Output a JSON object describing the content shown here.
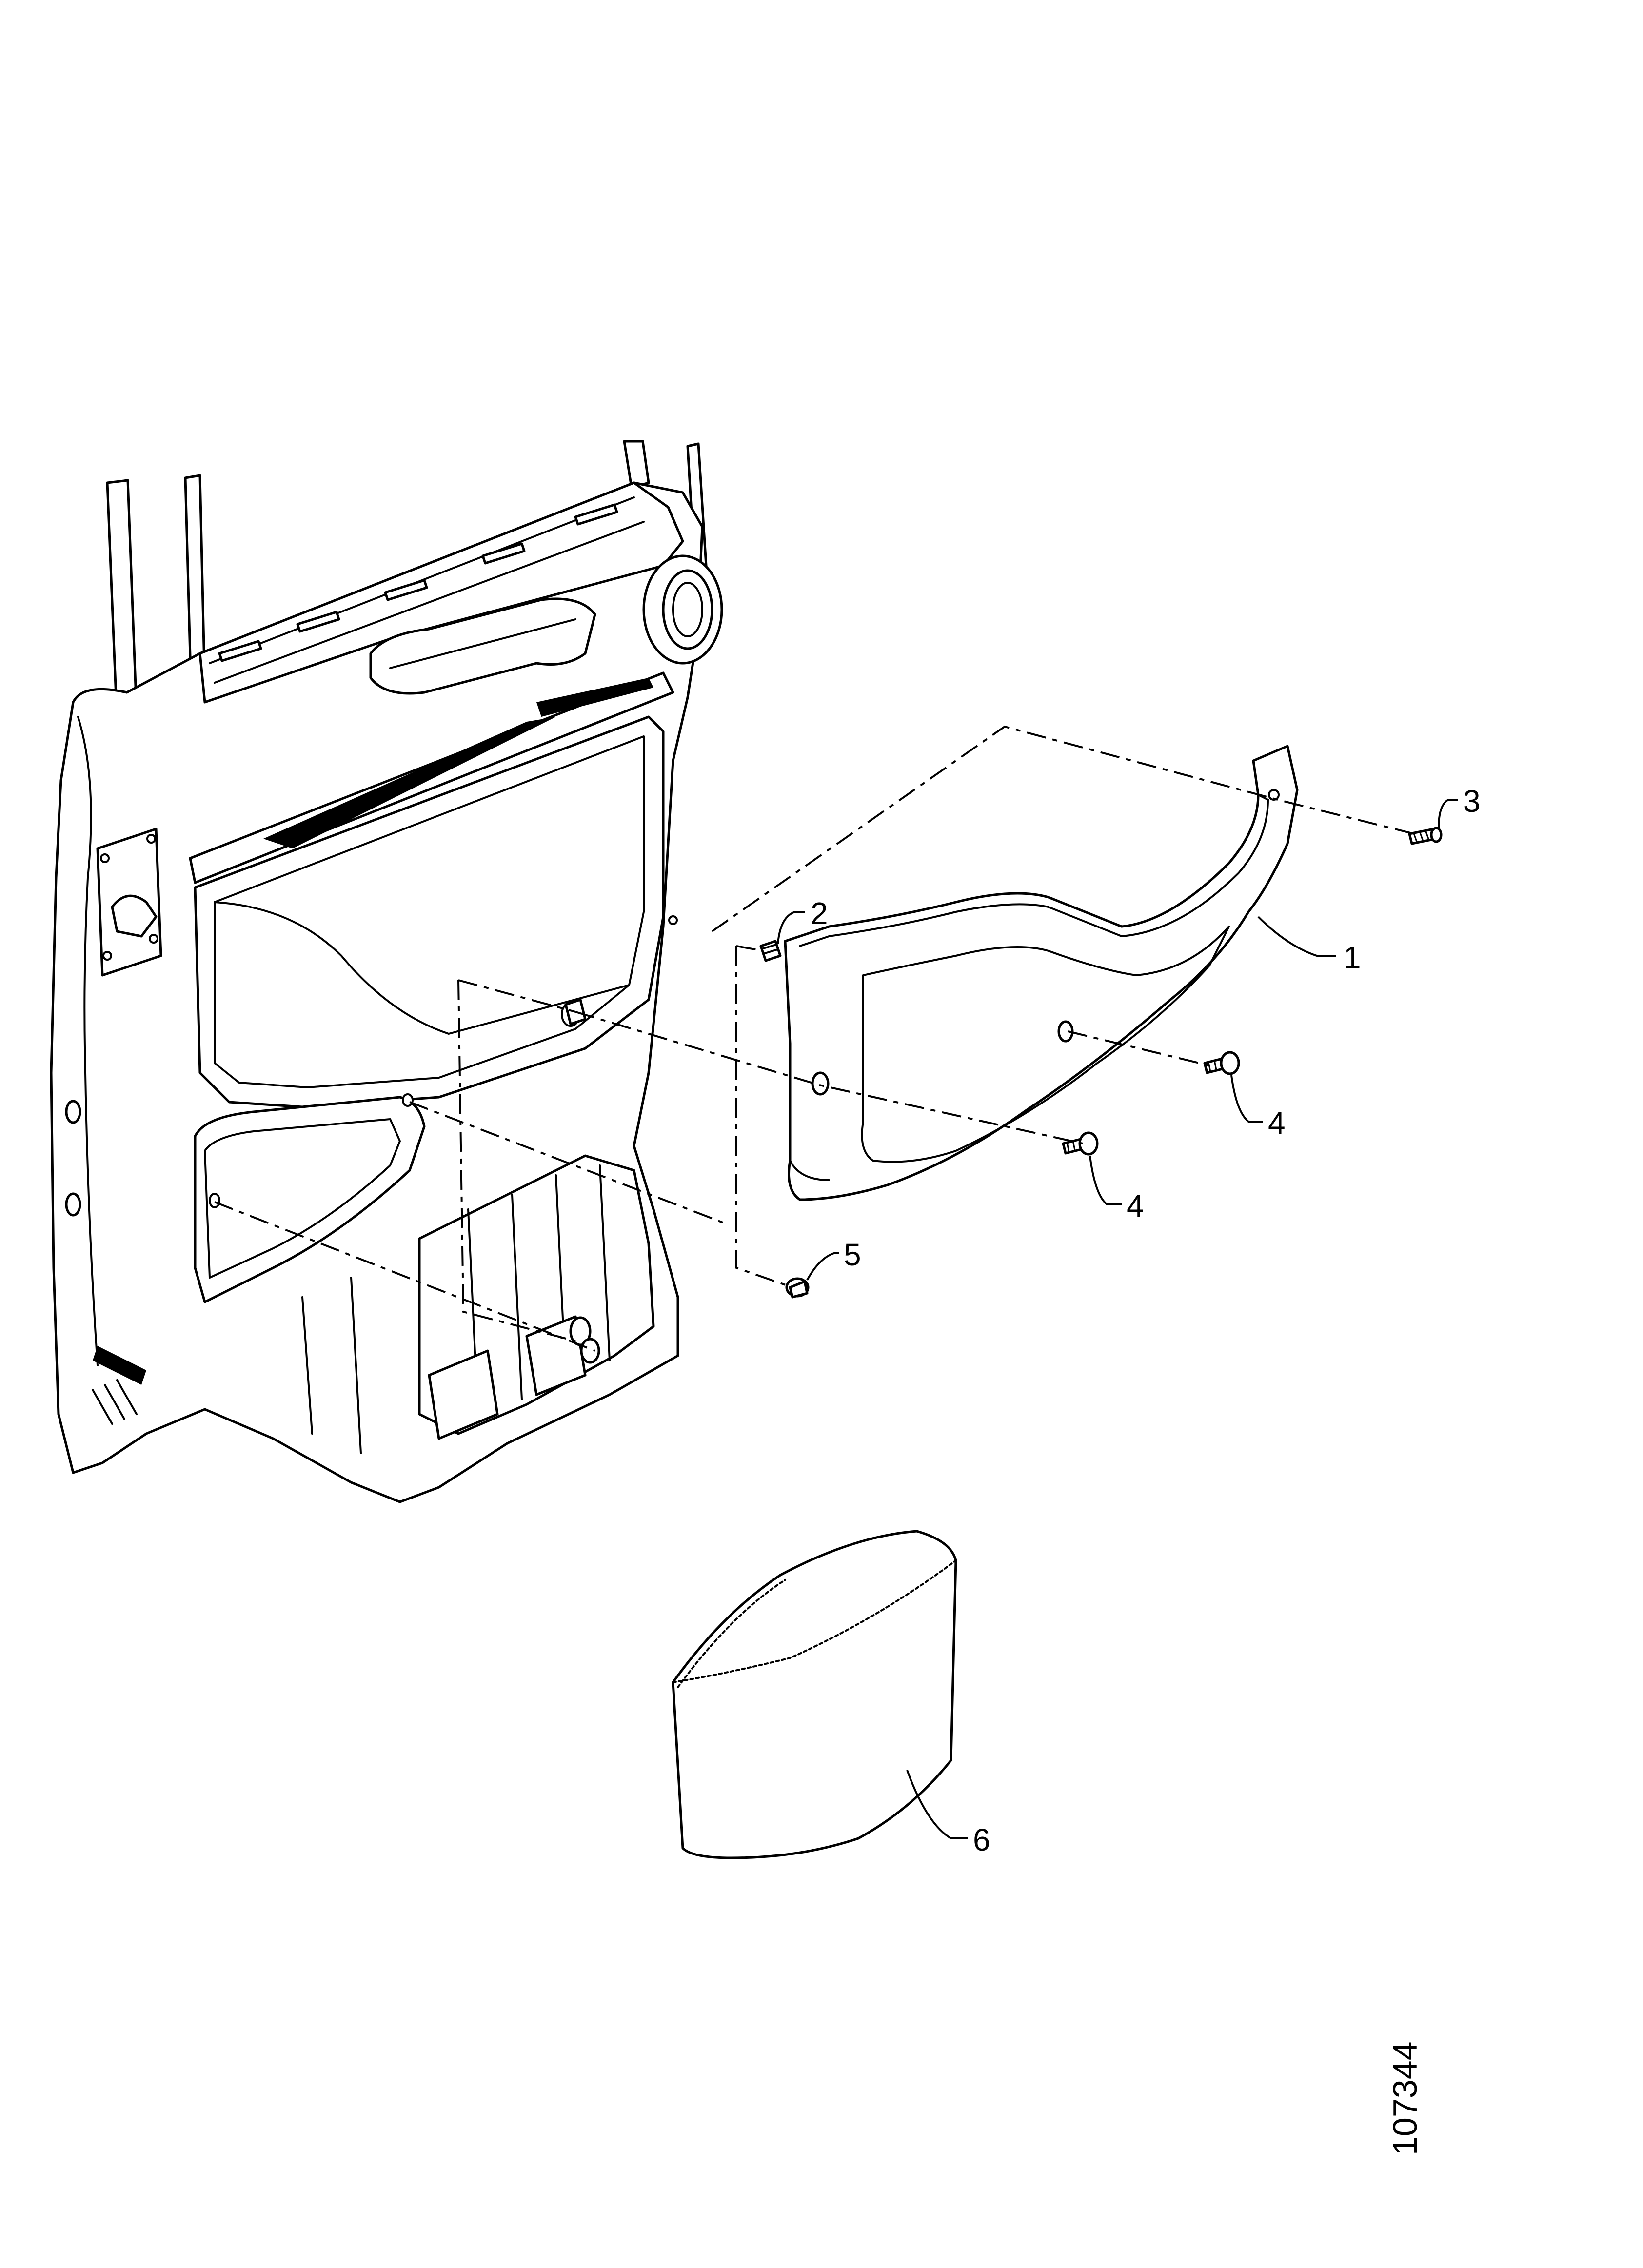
{
  "diagram": {
    "drawing_number": "107344",
    "callouts": [
      {
        "id": "c1",
        "label": "1",
        "part": "door-trim-panel"
      },
      {
        "id": "c2",
        "label": "2",
        "part": "clip"
      },
      {
        "id": "c3",
        "label": "3",
        "part": "screw"
      },
      {
        "id": "c4a",
        "label": "4",
        "part": "screw"
      },
      {
        "id": "c4b",
        "label": "4",
        "part": "screw"
      },
      {
        "id": "c5",
        "label": "5",
        "part": "plug"
      },
      {
        "id": "c6",
        "label": "6",
        "part": "insulation-pad"
      }
    ]
  }
}
